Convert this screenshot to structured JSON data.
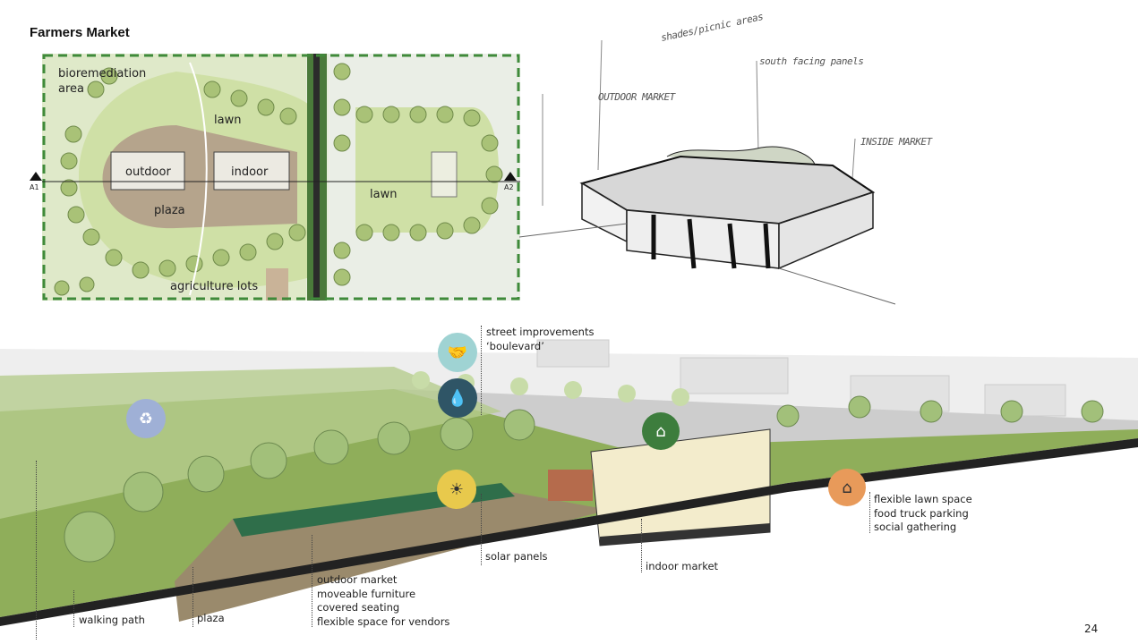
{
  "title": "Farmers Market",
  "site_plan": {
    "labels": {
      "bioremediation": "bioremediation\narea",
      "lawn_left": "lawn",
      "outdoor": "outdoor",
      "indoor": "indoor",
      "plaza": "plaza",
      "lawn_right": "lawn",
      "agriculture": "agriculture lots"
    },
    "section_markers": {
      "a1": "A1",
      "a2": "A2"
    },
    "colors": {
      "boundary": "#3f8a3a",
      "lawn": "#cfe0a6",
      "plaza": "#b5a48c",
      "road": "#2b2b2b"
    }
  },
  "sketch": {
    "labels": {
      "shades": "shades/picnic areas",
      "south": "south facing panels",
      "outdoor": "outdoor market",
      "inside": "inside market"
    }
  },
  "section": {
    "labels": {
      "street": "street improvements\n‘boulevard’",
      "solar": "solar panels",
      "indoor": "indoor market",
      "lawn_space": "flexible lawn space\nfood truck parking\nsocial gathering",
      "outdoor": "outdoor market\nmoveable furniture\ncovered seating\nflexible space for vendors",
      "walking": "walking path",
      "plaza": "plaza"
    },
    "icons": {
      "bioremediation": {
        "name": "recycle-icon",
        "color": "#9fb0d6"
      },
      "handshake": {
        "name": "handshake-icon",
        "color": "#9fd3d3"
      },
      "water": {
        "name": "water-drops-icon",
        "color": "#2f5566"
      },
      "solar": {
        "name": "solar-panel-icon",
        "color": "#e8c94c"
      },
      "house_leaf": {
        "name": "green-building-icon",
        "color": "#3d7d3d"
      },
      "community": {
        "name": "community-icon",
        "color": "#e89a5a"
      }
    }
  },
  "page_number": "24"
}
